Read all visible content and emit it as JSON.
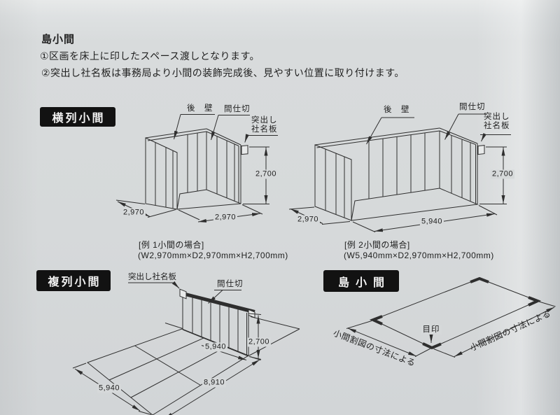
{
  "colors": {
    "paper": "#d6d9da",
    "ink": "#212121",
    "label_box": "#121212"
  },
  "page": {
    "title": "島小間",
    "notes": [
      "①区画を床上に印したスペース渡しとなります。",
      "②突出し社名板は事務局より小間の装飾完成後、見やすい位置に取り付けます。"
    ]
  },
  "yokoretsu": {
    "label": "横列小間",
    "booth1": {
      "rear_wall": "後　壁",
      "partition": "間仕切",
      "nameplate_top": "突出し",
      "nameplate_bottom": "社名板",
      "dim_height": "2,700",
      "dim_depth": "2,970",
      "dim_width": "2,970",
      "caption": "[例 1小間の場合]",
      "size": "(W2,970mm×D2,970mm×H2,700mm)"
    },
    "booth2": {
      "rear_wall": "後　壁",
      "partition": "間仕切",
      "nameplate_top": "突出し",
      "nameplate_bottom": "社名板",
      "dim_height": "2,700",
      "dim_depth": "2,970",
      "dim_width": "5,940",
      "caption": "[例 2小間の場合]",
      "size": "(W5,940mm×D2,970mm×H2,700mm)"
    }
  },
  "fukuretsu": {
    "label": "複列小間",
    "nameplate": "突出し社名板",
    "partition": "間仕切",
    "dim_wall": "5,940",
    "dim_height": "2,700",
    "dim_long": "8,910",
    "dim_depth": "5,940"
  },
  "shima": {
    "label": "島小間",
    "marker": "目印",
    "dim_left": "小間割図の寸法による",
    "dim_right": "小間割図の寸法による"
  }
}
